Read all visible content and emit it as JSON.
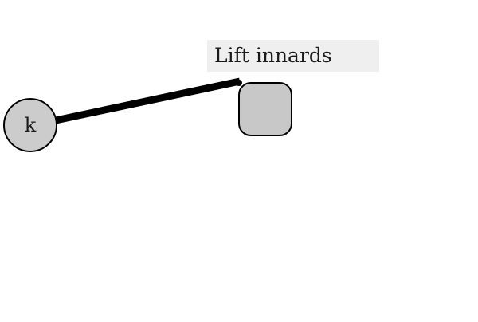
{
  "diagram": {
    "nodes": [
      {
        "id": "k",
        "shape": "circle",
        "label": "k",
        "fill": "#cccccc",
        "stroke": "#000000"
      },
      {
        "id": "box",
        "shape": "rounded-square",
        "label": "",
        "fill": "#c8c8c8",
        "stroke": "#000000"
      }
    ],
    "edges": [
      {
        "from": "k",
        "to": "box",
        "color": "#000000"
      }
    ],
    "annotation": {
      "text": "Lift innards",
      "background": "#efefef"
    }
  }
}
